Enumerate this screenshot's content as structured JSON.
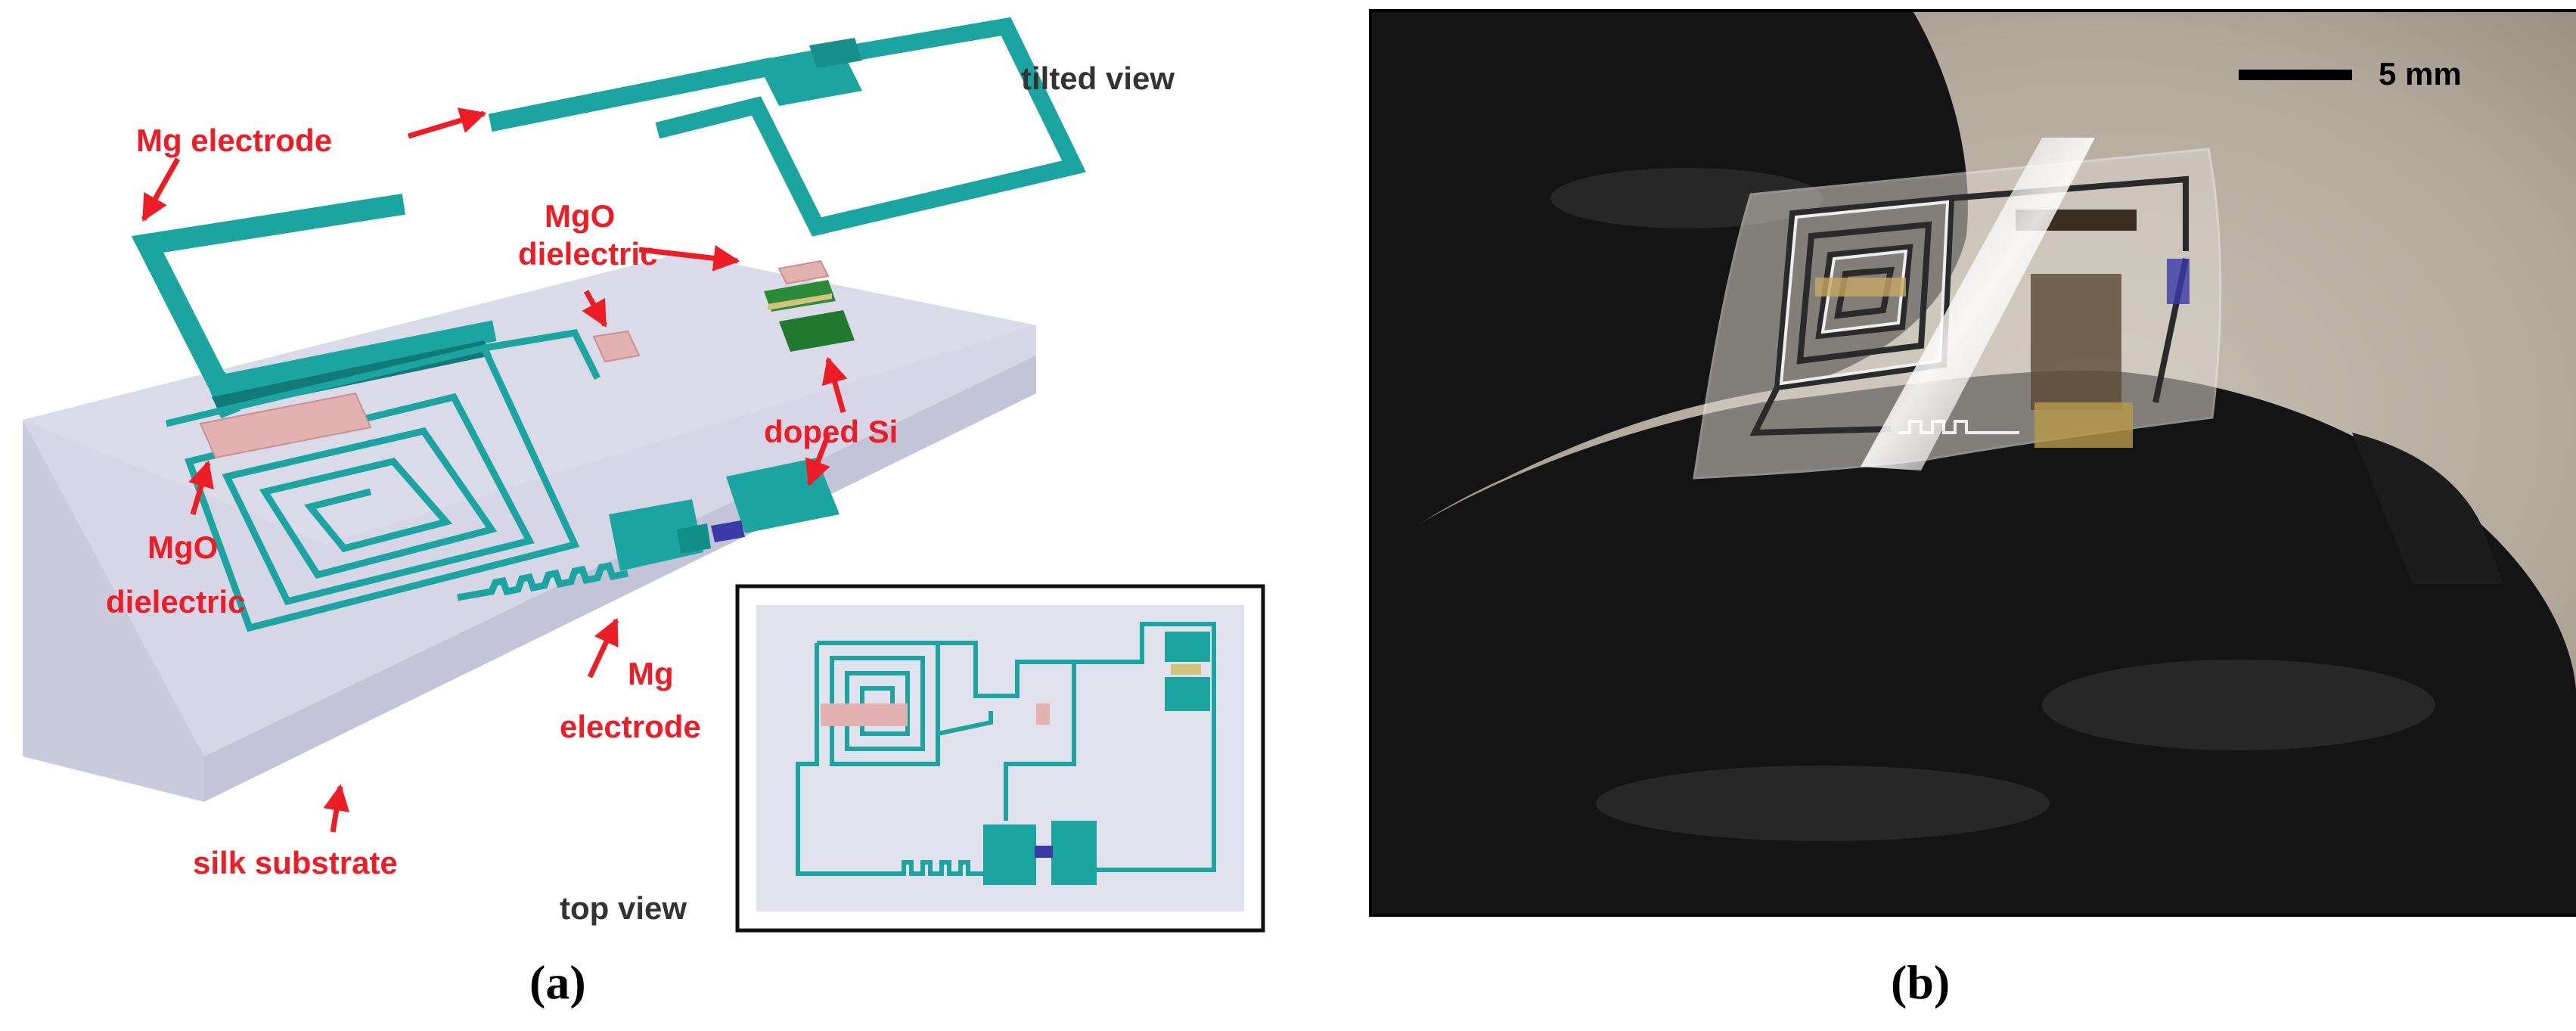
{
  "panel_a": {
    "caption": "(a)",
    "labels": {
      "tilted_view": "tilted view",
      "mg_electrode_top": "Mg electrode",
      "mgo_dielectric_top_1": "MgO",
      "mgo_dielectric_top_2": "dielectric",
      "doped_si": "doped Si",
      "mgo_dielectric_left_1": "MgO",
      "mgo_dielectric_left_2": "dielectric",
      "mg_electrode_bottom_1": "Mg",
      "mg_electrode_bottom_2": "electrode",
      "silk_substrate": "silk substrate",
      "top_view": "top view"
    },
    "colors": {
      "mg_teal": "#1aa5a1",
      "mgo_pink": "#e4b1b1",
      "doped_si_green": "#1f7a2e",
      "substrate": "#d4d4e4",
      "label_red": "#ee1c25",
      "channel_blue": "#3a3aa8"
    }
  },
  "panel_b": {
    "caption": "(b)",
    "scale_bar_label": "5 mm"
  }
}
